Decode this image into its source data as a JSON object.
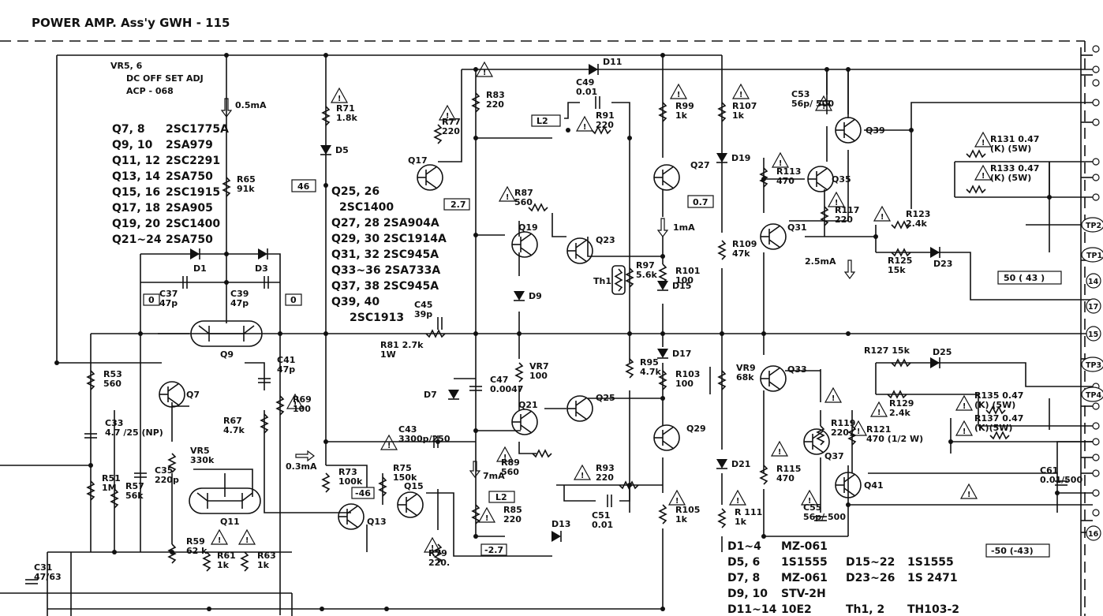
{
  "header": {
    "title": "POWER  AMP.   Ass'y    GWH - 115"
  },
  "notes": {
    "vr56_a": "VR5, 6",
    "vr56_b": "DC  OFF  SET  ADJ",
    "vr56_c": "ACP - 068",
    "i05": "0.5mA",
    "i1": "1mA",
    "i25": "2.5mA",
    "i03": "0.3mA",
    "i7": "7mA"
  },
  "transistor_list_1": [
    {
      "ref": "Q7, 8",
      "part": "2SC1775A"
    },
    {
      "ref": "Q9, 10",
      "part": "2SA979"
    },
    {
      "ref": "Q11, 12",
      "part": "2SC2291"
    },
    {
      "ref": "Q13, 14",
      "part": "2SA750"
    },
    {
      "ref": "Q15, 16",
      "part": "2SC1915"
    },
    {
      "ref": "Q17, 18",
      "part": "2SA905"
    },
    {
      "ref": "Q19, 20",
      "part": "2SC1400"
    },
    {
      "ref": "Q21~24",
      "part": "2SA750"
    }
  ],
  "transistor_list_2": [
    "Q25, 26",
    "2SC1400",
    "Q27, 28   2SA904A",
    "Q29, 30   2SC1914A",
    "Q31, 32   2SC945A",
    "Q33~36   2SA733A",
    "Q37, 38   2SC945A",
    "Q39, 40",
    "2SC1913"
  ],
  "diode_list": [
    {
      "ref": "D1~4",
      "part": "MZ-061"
    },
    {
      "ref": "D5, 6",
      "part": "1S1555"
    },
    {
      "ref": "D7, 8",
      "part": "MZ-061"
    },
    {
      "ref": "D9, 10",
      "part": "STV-2H"
    },
    {
      "ref": "D11~14",
      "part": "10E2"
    }
  ],
  "diode_list_2": [
    {
      "ref": "D15~22",
      "part": "1S1555"
    },
    {
      "ref": "D23~26",
      "part": "1S 2471"
    },
    {
      "ref": "Th1, 2",
      "part": "TH103-2"
    }
  ],
  "voltage_tags": [
    "46",
    "2.7",
    "0.7",
    "L2",
    "0",
    "0",
    "-46",
    "L2",
    "-2.7",
    "50  ( 43 )",
    "-50  (-43)"
  ],
  "terminals": [
    "TP2",
    "TP1",
    "14",
    "17",
    "15",
    "TP3",
    "TP4",
    "16"
  ],
  "components": [
    {
      "id": "r71",
      "ref": "R71",
      "val": "1.8k"
    },
    {
      "id": "r65",
      "ref": "R65",
      "val": "91k"
    },
    {
      "id": "r83",
      "ref": "R83",
      "val": "220"
    },
    {
      "id": "r77",
      "ref": "R77",
      "val": "220"
    },
    {
      "id": "c49",
      "ref": "C49",
      "val": "0.01"
    },
    {
      "id": "r91",
      "ref": "R91",
      "val": "220"
    },
    {
      "id": "r99",
      "ref": "R99",
      "val": "1k"
    },
    {
      "id": "r107",
      "ref": "R107",
      "val": "1k"
    },
    {
      "id": "c53",
      "ref": "C53",
      "val": "56p/ 500"
    },
    {
      "id": "r131",
      "ref": "R131  0.47",
      "val": "(K)  (5W)"
    },
    {
      "id": "r133",
      "ref": "R133  0.47",
      "val": "(K)  (5W)"
    },
    {
      "id": "r113",
      "ref": "R113",
      "val": "470"
    },
    {
      "id": "r117",
      "ref": "R117",
      "val": "220"
    },
    {
      "id": "r123",
      "ref": "R123",
      "val": "2.4k"
    },
    {
      "id": "r125",
      "ref": "R125",
      "val": "15k"
    },
    {
      "id": "r87",
      "ref": "R87",
      "val": "560"
    },
    {
      "id": "r97",
      "ref": "R97",
      "val": "5.6k"
    },
    {
      "id": "r101",
      "ref": "R101",
      "val": "100"
    },
    {
      "id": "r109",
      "ref": "R109",
      "val": "47k"
    },
    {
      "id": "c45",
      "ref": "C45",
      "val": "39p"
    },
    {
      "id": "r81",
      "ref": "R81  2.7k",
      "val": "1W"
    },
    {
      "id": "c37",
      "ref": "C37",
      "val": "47p"
    },
    {
      "id": "c39",
      "ref": "C39",
      "val": "47p"
    },
    {
      "id": "r53",
      "ref": "R53",
      "val": "560"
    },
    {
      "id": "c41",
      "ref": "C41",
      "val": "47p"
    },
    {
      "id": "r67",
      "ref": "R67",
      "val": "4.7k"
    },
    {
      "id": "r69",
      "ref": "R69",
      "val": "100"
    },
    {
      "id": "c47",
      "ref": "C47",
      "val": "0.0047"
    },
    {
      "id": "vr7",
      "ref": "VR7",
      "val": "100"
    },
    {
      "id": "r95",
      "ref": "R95",
      "val": "4.7k"
    },
    {
      "id": "r103",
      "ref": "R103",
      "val": "100"
    },
    {
      "id": "vr9",
      "ref": "VR9",
      "val": "68k"
    },
    {
      "id": "r127",
      "ref": "R127  15k",
      "val": ""
    },
    {
      "id": "r129",
      "ref": "R129",
      "val": "2.4k"
    },
    {
      "id": "r135",
      "ref": "R135  0.47",
      "val": "(K) (5W)"
    },
    {
      "id": "r137",
      "ref": "R137  0.47",
      "val": "(K)(5W)"
    },
    {
      "id": "r119",
      "ref": "R119",
      "val": "220"
    },
    {
      "id": "r121",
      "ref": "R121",
      "val": "470 (1/2 W)"
    },
    {
      "id": "c33",
      "ref": "C33",
      "val": "4.7 /25 (NP)"
    },
    {
      "id": "c35",
      "ref": "C35",
      "val": "220p"
    },
    {
      "id": "vr5",
      "ref": "VR5",
      "val": "330k"
    },
    {
      "id": "r51",
      "ref": "R51",
      "val": "1M"
    },
    {
      "id": "r57",
      "ref": "R57",
      "val": "56k"
    },
    {
      "id": "c43",
      "ref": "C43",
      "val": "3300p/250"
    },
    {
      "id": "r73",
      "ref": "R73",
      "val": "100k"
    },
    {
      "id": "r75",
      "ref": "R75",
      "val": "150k"
    },
    {
      "id": "r89",
      "ref": "R89",
      "val": "560"
    },
    {
      "id": "r93",
      "ref": "R93",
      "val": "220"
    },
    {
      "id": "r115",
      "ref": "R115",
      "val": "470"
    },
    {
      "id": "c61",
      "ref": "C61",
      "val": "0.01/500"
    },
    {
      "id": "r85",
      "ref": "R85",
      "val": "220"
    },
    {
      "id": "c51",
      "ref": "C51",
      "val": "0.01"
    },
    {
      "id": "r105",
      "ref": "R105",
      "val": "1k"
    },
    {
      "id": "r111",
      "ref": "R 111",
      "val": "1k"
    },
    {
      "id": "c55",
      "ref": "C55",
      "val": "56p/ 500"
    },
    {
      "id": "r59",
      "ref": "R59",
      "val": "62 k"
    },
    {
      "id": "r61",
      "ref": "R61",
      "val": "1k"
    },
    {
      "id": "r63",
      "ref": "R63",
      "val": "1k"
    },
    {
      "id": "r79",
      "ref": "R79",
      "val": "220."
    },
    {
      "id": "c31",
      "ref": "C31",
      "val": "47/63"
    }
  ],
  "semis": [
    "D11",
    "D5",
    "Q17",
    "Q27",
    "D19",
    "Q35",
    "Q39",
    "Q31",
    "D23",
    "D1",
    "D3",
    "Q9",
    "Q19",
    "Q23",
    "D9",
    "Th1",
    "D15",
    "D17",
    "D25",
    "Q7",
    "Q33",
    "D7",
    "Q21",
    "Q25",
    "Q29",
    "Q37",
    "Q41",
    "Q11",
    "Q15",
    "Q13",
    "D21",
    "D13"
  ]
}
